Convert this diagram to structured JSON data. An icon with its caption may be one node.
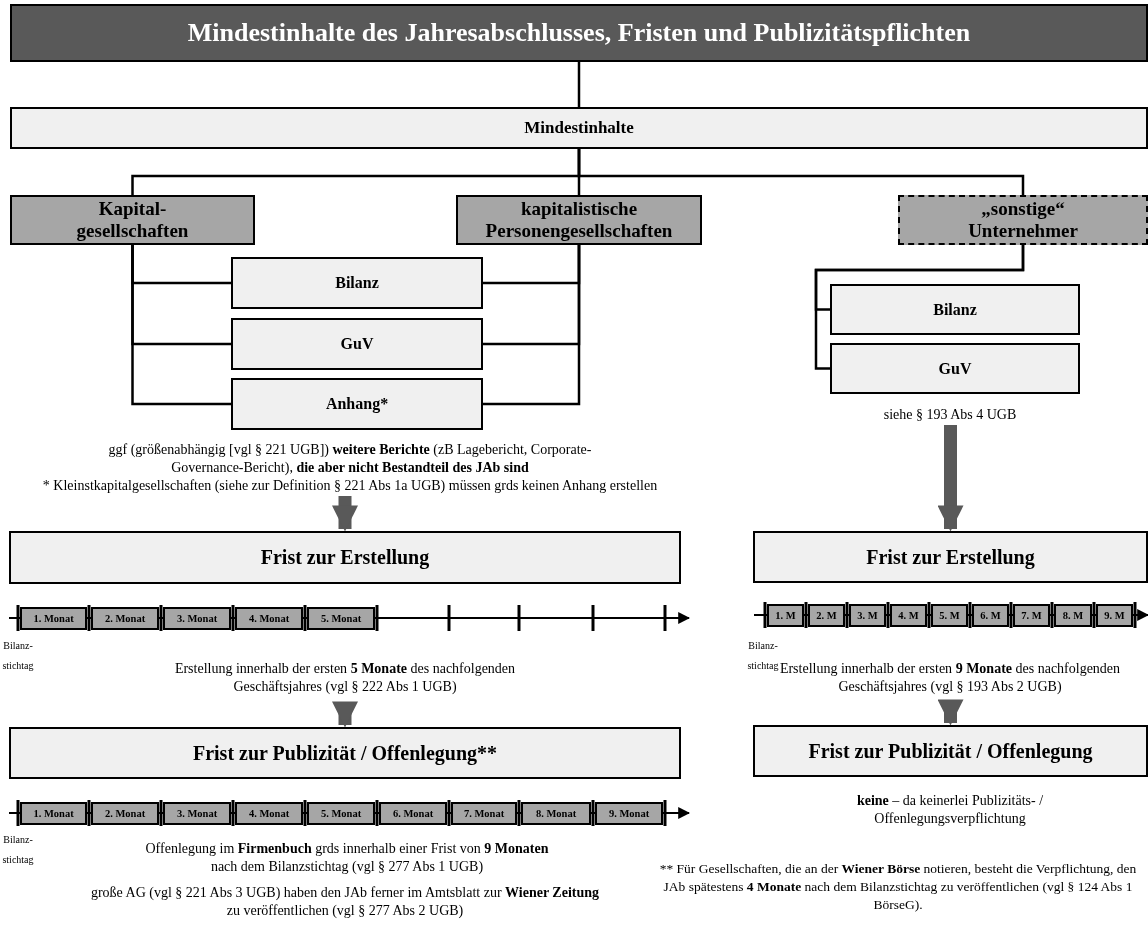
{
  "diagram": {
    "nodes": [
      {
        "text": [
          "Mindestinhalte des Jahresabschlusses, Fristen und Publizitätspflichten"
        ]
      },
      {
        "text": [
          "Mindestinhalte"
        ]
      },
      {
        "text": [
          "Kapital- gesellschaften"
        ]
      },
      {
        "text": [
          "kapitalistische Personengesellschaften"
        ]
      },
      {
        "text": [
          "„sonstige“ Unternehmer"
        ]
      },
      {
        "text": [
          "Bilanz"
        ]
      },
      {
        "text": [
          "GuV"
        ]
      },
      {
        "text": [
          "Anhang*"
        ]
      },
      {
        "text": [
          "Bilanz"
        ]
      },
      {
        "text": [
          "GuV"
        ]
      },
      {
        "text": [
          "ggf (größenabhängig [vgl § 221 UGB]) **weitere Berichte** (zB Lagebericht, Corporate-Governance-Bericht), **die aber nicht Bestandteil des JAb sind**",
          "* Kleinstkapitalgesellschaften (siehe zur Definition § 221 Abs 1a UGB) müssen grds keinen Anhang erstellen"
        ]
      },
      {
        "text": [
          "Frist zur Erstellung"
        ]
      },
      {
        "text": [
          "1. Monat"
        ]
      },
      {
        "text": [
          "2. Monat"
        ]
      },
      {
        "text": [
          "3. Monat"
        ]
      },
      {
        "text": [
          "4. Monat"
        ]
      },
      {
        "text": [
          "5. Monat"
        ]
      },
      {
        "text": [
          "Erstellung innerhalb der ersten **5 Monate** des nachfolgenden Geschäftsjahres (vgl § 222 Abs 1 UGB)"
        ]
      },
      {
        "text": [
          "Frist zur Publizität / Offenlegung**"
        ]
      },
      {
        "text": [
          "1. Monat"
        ]
      },
      {
        "text": [
          "2. Monat"
        ]
      },
      {
        "text": [
          "3. Monat"
        ]
      },
      {
        "text": [
          "4. Monat"
        ]
      },
      {
        "text": [
          "5. Monat"
        ]
      },
      {
        "text": [
          "6. Monat"
        ]
      },
      {
        "text": [
          "7. Monat"
        ]
      },
      {
        "text": [
          "8. Monat"
        ]
      },
      {
        "text": [
          "9. Monat"
        ]
      },
      {
        "text": [
          "siehe § 193 Abs 4 UGB"
        ]
      },
      {
        "text": [
          "Frist zur Erstellung"
        ]
      },
      {
        "text": [
          "1. M"
        ]
      },
      {
        "text": [
          "2. M"
        ]
      },
      {
        "text": [
          "3. M"
        ]
      },
      {
        "text": [
          "4. M"
        ]
      },
      {
        "text": [
          "5. M"
        ]
      },
      {
        "text": [
          "6. M"
        ]
      },
      {
        "text": [
          "7. M"
        ]
      },
      {
        "text": [
          "8. M"
        ]
      },
      {
        "text": [
          "9. M"
        ]
      },
      {
        "text": [
          "Erstellung innerhalb der ersten **9 Monate** des nachfolgenden Geschäftsjahres (vgl § 193 Abs 2 UGB)"
        ]
      },
      {
        "text": [
          "Frist zur Publizität / Offenlegung"
        ]
      }
    ],
    "edges": [
      {
        "from": 0,
        "to": 1,
        "arrow": "none"
      },
      {
        "from": 1,
        "to": 2,
        "arrow": "none"
      },
      {
        "from": 1,
        "to": 3,
        "arrow": "none"
      },
      {
        "from": 1,
        "to": 4,
        "arrow": "none"
      },
      {
        "from": 2,
        "to": 5,
        "arrow": "none"
      },
      {
        "from": 2,
        "to": 6,
        "arrow": "none"
      },
      {
        "from": 2,
        "to": 7,
        "arrow": "none"
      },
      {
        "from": 3,
        "to": 5,
        "arrow": "none"
      },
      {
        "from": 3,
        "to": 6,
        "arrow": "none"
      },
      {
        "from": 3,
        "to": 7,
        "arrow": "none"
      },
      {
        "from": 4,
        "to": 8,
        "arrow": "none"
      },
      {
        "from": 4,
        "to": 9,
        "arrow": "none"
      },
      {
        "from": 10,
        "to": 11,
        "arrow": "to",
        "style": "thick",
        "color": "#595959"
      },
      {
        "from": 17,
        "to": 18,
        "arrow": "to",
        "style": "thick",
        "color": "#595959"
      },
      {
        "from": 28,
        "to": 29,
        "arrow": "to",
        "style": "thick",
        "color": "#595959"
      },
      {
        "from": 39,
        "to": 40,
        "arrow": "to",
        "style": "thick",
        "color": "#595959"
      }
    ],
    "labels": [
      "Bilanz- stichtag",
      "Bilanz- stichtag",
      "Bilanz- stichtag",
      "Offenlegung im **Firmenbuch** grds innerhalb einer Frist von **9 Monaten** nach dem Bilanzstichtag (vgl § 277 Abs 1 UGB)",
      "große AG (vgl § 221 Abs 3 UGB) haben den JAb ferner im Amtsblatt zur **Wiener Zeitung** zu veröffentlichen (vgl § 277 Abs 2 UGB)",
      "**keine** – da keinerlei Publizitäts- / Offenlegungsverpflichtung",
      "** Für Gesellschaften, die an der **Wiener Börse** notieren, besteht die Verpflichtung, den JAb spätestens **4 Monate** nach dem Bilanzstichtag zu veröffentlichen (vgl § 124 Abs 1 BörseG)."
    ]
  }
}
